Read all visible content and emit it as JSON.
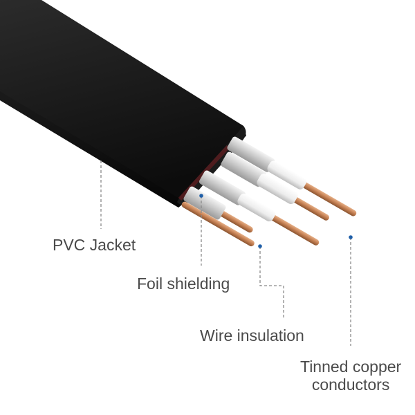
{
  "labels": {
    "pvc_jacket": "PVC Jacket",
    "foil_shielding": "Foil shielding",
    "wire_insulation": "Wire insulation",
    "tinned_copper_line1": "Tinned copper",
    "tinned_copper_line2": "conductors"
  },
  "colors": {
    "jacket": "#111111",
    "copper": "#c98a5e",
    "foil": "#d9d9d9",
    "insulation": "#f2f2f2",
    "marker": "#1f5fa8",
    "leader": "#888888",
    "text": "#4a4a4a"
  }
}
